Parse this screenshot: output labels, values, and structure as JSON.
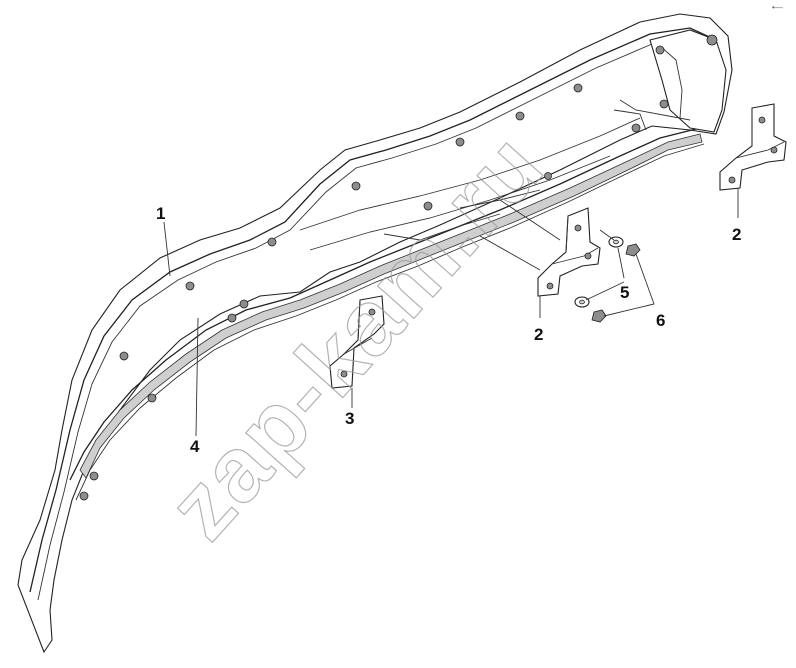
{
  "diagram": {
    "callouts": [
      {
        "id": "1",
        "label": "1"
      },
      {
        "id": "2a",
        "label": "2"
      },
      {
        "id": "2b",
        "label": "2"
      },
      {
        "id": "3",
        "label": "3"
      },
      {
        "id": "4",
        "label": "4"
      },
      {
        "id": "5",
        "label": "5"
      },
      {
        "id": "6",
        "label": "6"
      }
    ],
    "watermark": "zap-kam.ru",
    "corner_mark": "•—"
  }
}
